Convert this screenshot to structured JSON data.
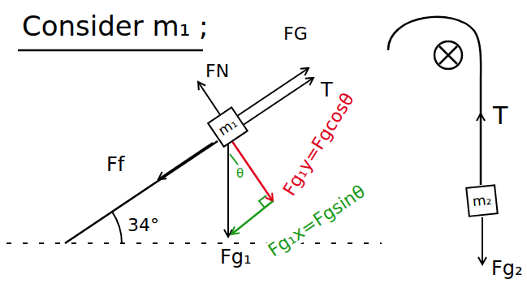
{
  "diagram": {
    "title": "Consider m₁ ;",
    "nodes": [
      {
        "text": [
          "m₁"
        ]
      },
      {
        "text": [
          "m₂"
        ]
      }
    ],
    "labels": [
      "FN",
      "FG",
      "T",
      "Ff",
      "Fg₁y=Fgcosθ",
      "θ",
      "Fg₁x=Fgsinθ",
      "Fg₁",
      "34°",
      "T",
      "Fg₂"
    ]
  }
}
